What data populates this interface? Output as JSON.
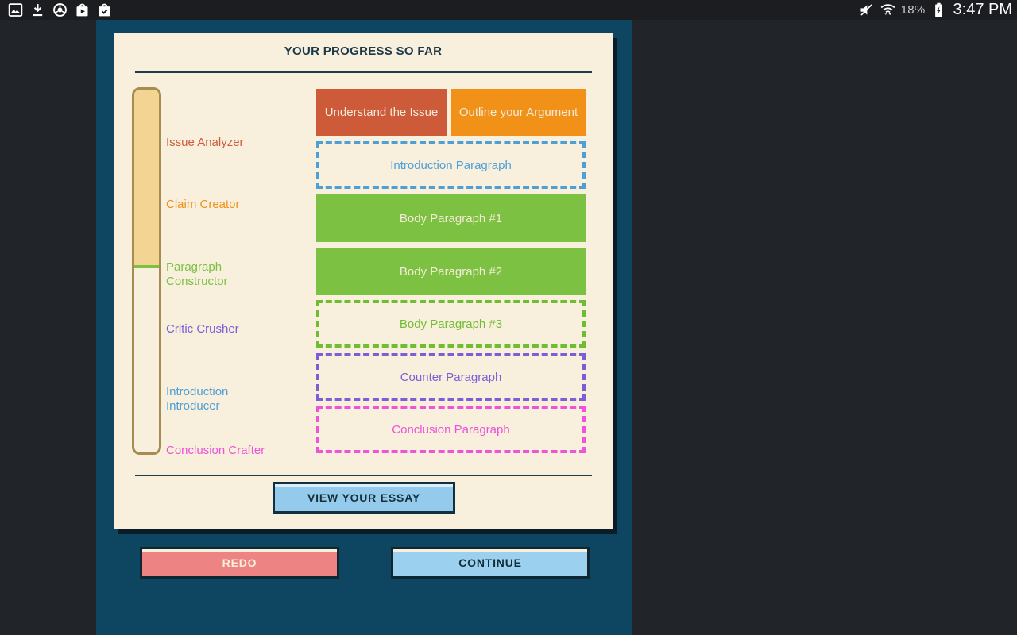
{
  "status_bar": {
    "time": "3:47 PM",
    "battery_percent": "18%",
    "left_icons": [
      "gallery-icon",
      "download-icon",
      "chrome-icon",
      "play-store-icon",
      "purchases-icon"
    ],
    "right_icons": [
      "volume-muted-icon",
      "wifi-icon",
      "battery-charging-icon"
    ]
  },
  "progress_card": {
    "title": "YOUR PROGRESS SO FAR",
    "view_essay_button": "VIEW YOUR ESSAY",
    "steps": [
      {
        "label": "Issue Analyzer",
        "color": "#cf5b3a"
      },
      {
        "label": "Claim Creator",
        "color": "#f19118"
      },
      {
        "label": "Paragraph Constructor",
        "color": "#7cc142"
      },
      {
        "label": "Critic Crusher",
        "color": "#7a5fd6"
      },
      {
        "label": "Introduction Introducer",
        "color": "#4d9fd8"
      },
      {
        "label": "Conclusion Crafter",
        "color": "#ee53d8"
      }
    ],
    "boxes": [
      {
        "label": "Understand the Issue",
        "color": "#cd5b3a",
        "style": "solid"
      },
      {
        "label": "Outline your Argument",
        "color": "#f19118",
        "style": "solid"
      },
      {
        "label": "Introduction Paragraph",
        "color": "#4d9fd8",
        "style": "dashed"
      },
      {
        "label": "Body Paragraph #1",
        "color": "#7cc142",
        "style": "solid"
      },
      {
        "label": "Body Paragraph #2",
        "color": "#7cc142",
        "style": "solid"
      },
      {
        "label": "Body Paragraph #3",
        "color": "#6fbe31",
        "style": "dashed"
      },
      {
        "label": "Counter Paragraph",
        "color": "#7a5fd6",
        "style": "dashed"
      },
      {
        "label": "Conclusion Paragraph",
        "color": "#ee53d8",
        "style": "dashed"
      }
    ],
    "progress_bar": {
      "fill_height": "49.2%",
      "fill_color": "#f3d492",
      "border_color": "#a58d52",
      "marker_color": "#7cc142"
    }
  },
  "footer": {
    "redo_button": "REDO",
    "continue_button": "CONTINUE"
  },
  "theme": {
    "panel_background": "#0e4560",
    "card_background": "#f8efdd",
    "outer_background": "#212529",
    "title_color": "#1d3a4a"
  }
}
